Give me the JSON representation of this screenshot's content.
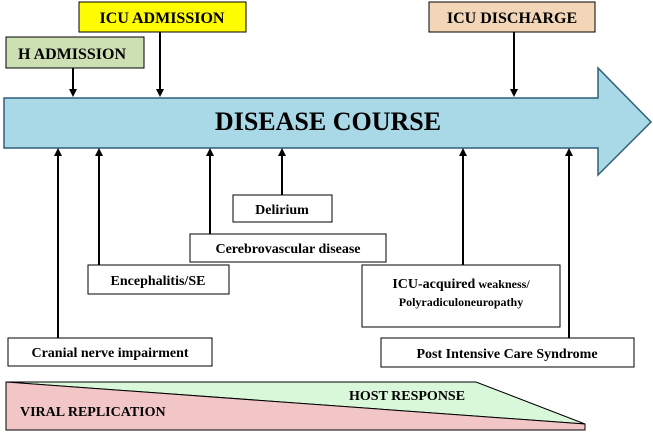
{
  "title": "DISEASE COURSE",
  "milestones": {
    "h_admission": "H ADMISSION",
    "icu_admission": "ICU ADMISSION",
    "icu_discharge": "ICU DISCHARGE"
  },
  "complications": {
    "cranial_nerve": "Cranial nerve impairment",
    "encephalitis": "Encephalitis/SE",
    "cerebrovascular": "Cerebrovascular disease",
    "delirium": "Delirium",
    "icu_weakness_line1a": "ICU-acquired",
    "icu_weakness_line1b": " weakness/",
    "icu_weakness_line2": "Polyradiculoneuropathy",
    "pics": "Post Intensive Care Syndrome"
  },
  "bands": {
    "host_response": "HOST RESPONSE",
    "viral_replication": "VIRAL REPLICATION"
  },
  "colors": {
    "arrow_fill": "#a9d8e6",
    "h_admission_fill": "#cde0b4",
    "icu_admission_fill": "#fffb00",
    "icu_discharge_fill": "#f3d6b8",
    "host_response_fill": "#d9f7d9",
    "viral_replication_fill": "#f2c6c6"
  }
}
